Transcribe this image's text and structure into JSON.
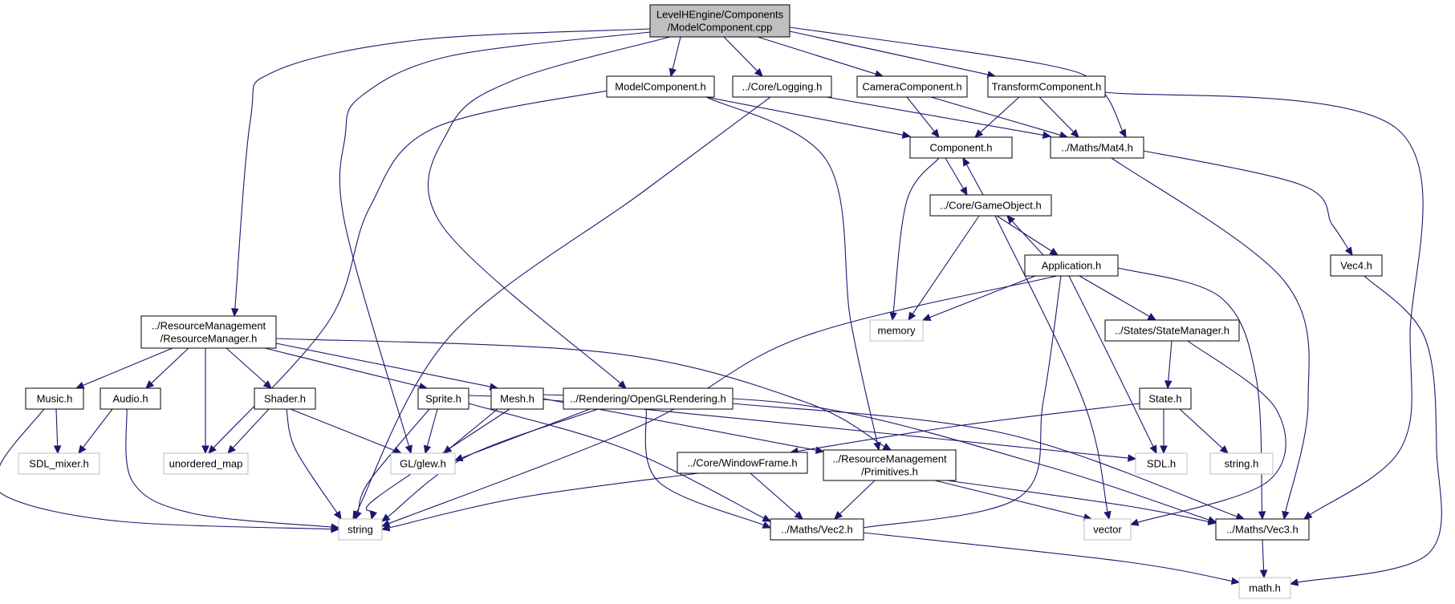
{
  "colors": {
    "edge": "#191970",
    "node_border": "#000000",
    "external_border": "#bfbfbf",
    "root_fill": "#bfbfbf",
    "node_fill": "#ffffff"
  },
  "nodes": [
    {
      "id": "root",
      "lines": [
        "LevelHEngine/Components",
        "/ModelComponent.cpp"
      ],
      "style": "root"
    },
    {
      "id": "modelcomp_h",
      "lines": [
        "ModelComponent.h"
      ],
      "style": "file"
    },
    {
      "id": "logging_h",
      "lines": [
        "../Core/Logging.h"
      ],
      "style": "file"
    },
    {
      "id": "cameracomp_h",
      "lines": [
        "CameraComponent.h"
      ],
      "style": "file"
    },
    {
      "id": "transformcomp_h",
      "lines": [
        "TransformComponent.h"
      ],
      "style": "file"
    },
    {
      "id": "component_h",
      "lines": [
        "Component.h"
      ],
      "style": "file"
    },
    {
      "id": "mat4_h",
      "lines": [
        "../Maths/Mat4.h"
      ],
      "style": "file"
    },
    {
      "id": "gameobject_h",
      "lines": [
        "../Core/GameObject.h"
      ],
      "style": "file"
    },
    {
      "id": "application_h",
      "lines": [
        "Application.h"
      ],
      "style": "file"
    },
    {
      "id": "vec4_h",
      "lines": [
        "Vec4.h"
      ],
      "style": "file"
    },
    {
      "id": "memory",
      "lines": [
        "memory"
      ],
      "style": "external"
    },
    {
      "id": "statemanager_h",
      "lines": [
        "../States/StateManager.h"
      ],
      "style": "file"
    },
    {
      "id": "resmgr_h",
      "lines": [
        "../ResourceManagement",
        "/ResourceManager.h"
      ],
      "style": "file"
    },
    {
      "id": "music_h",
      "lines": [
        "Music.h"
      ],
      "style": "file"
    },
    {
      "id": "audio_h",
      "lines": [
        "Audio.h"
      ],
      "style": "file"
    },
    {
      "id": "shader_h",
      "lines": [
        "Shader.h"
      ],
      "style": "file"
    },
    {
      "id": "sprite_h",
      "lines": [
        "Sprite.h"
      ],
      "style": "file"
    },
    {
      "id": "mesh_h",
      "lines": [
        "Mesh.h"
      ],
      "style": "file"
    },
    {
      "id": "openglrendering_h",
      "lines": [
        "../Rendering/OpenGLRendering.h"
      ],
      "style": "file"
    },
    {
      "id": "state_h",
      "lines": [
        "State.h"
      ],
      "style": "file"
    },
    {
      "id": "sdl_mixer_h",
      "lines": [
        "SDL_mixer.h"
      ],
      "style": "external"
    },
    {
      "id": "unordered_map",
      "lines": [
        "unordered_map"
      ],
      "style": "external"
    },
    {
      "id": "glew_h",
      "lines": [
        "GL/glew.h"
      ],
      "style": "external"
    },
    {
      "id": "windowframe_h",
      "lines": [
        "../Core/WindowFrame.h"
      ],
      "style": "file"
    },
    {
      "id": "primitives_h",
      "lines": [
        "../ResourceManagement",
        "/Primitives.h"
      ],
      "style": "file"
    },
    {
      "id": "sdl_h",
      "lines": [
        "SDL.h"
      ],
      "style": "external"
    },
    {
      "id": "string_h",
      "lines": [
        "string.h"
      ],
      "style": "external"
    },
    {
      "id": "string",
      "lines": [
        "string"
      ],
      "style": "external"
    },
    {
      "id": "vec2_h",
      "lines": [
        "../Maths/Vec2.h"
      ],
      "style": "file"
    },
    {
      "id": "vector",
      "lines": [
        "vector"
      ],
      "style": "external"
    },
    {
      "id": "vec3_h",
      "lines": [
        "../Maths/Vec3.h"
      ],
      "style": "file"
    },
    {
      "id": "math_h",
      "lines": [
        "math.h"
      ],
      "style": "external"
    }
  ],
  "edges": [
    {
      "from": "root",
      "to": "modelcomp_h"
    },
    {
      "from": "root",
      "to": "logging_h"
    },
    {
      "from": "root",
      "to": "cameracomp_h"
    },
    {
      "from": "root",
      "to": "transformcomp_h"
    },
    {
      "from": "root",
      "to": "mat4_h"
    },
    {
      "from": "root",
      "to": "resmgr_h"
    },
    {
      "from": "root",
      "to": "glew_h"
    },
    {
      "from": "root",
      "to": "openglrendering_h"
    },
    {
      "from": "modelcomp_h",
      "to": "component_h"
    },
    {
      "from": "modelcomp_h",
      "to": "unordered_map"
    },
    {
      "from": "modelcomp_h",
      "to": "primitives_h"
    },
    {
      "from": "logging_h",
      "to": "mat4_h"
    },
    {
      "from": "logging_h",
      "to": "string"
    },
    {
      "from": "cameracomp_h",
      "to": "component_h"
    },
    {
      "from": "cameracomp_h",
      "to": "mat4_h"
    },
    {
      "from": "transformcomp_h",
      "to": "component_h"
    },
    {
      "from": "transformcomp_h",
      "to": "mat4_h"
    },
    {
      "from": "transformcomp_h",
      "to": "vec3_h"
    },
    {
      "from": "component_h",
      "to": "gameobject_h"
    },
    {
      "from": "component_h",
      "to": "memory"
    },
    {
      "from": "gameobject_h",
      "to": "component_h"
    },
    {
      "from": "gameobject_h",
      "to": "application_h"
    },
    {
      "from": "gameobject_h",
      "to": "memory"
    },
    {
      "from": "gameobject_h",
      "to": "vector"
    },
    {
      "from": "application_h",
      "to": "gameobject_h"
    },
    {
      "from": "application_h",
      "to": "memory"
    },
    {
      "from": "application_h",
      "to": "statemanager_h"
    },
    {
      "from": "application_h",
      "to": "sdl_h"
    },
    {
      "from": "application_h",
      "to": "vec3_h"
    },
    {
      "from": "application_h",
      "to": "vec2_h"
    },
    {
      "from": "application_h",
      "to": "string"
    },
    {
      "from": "mat4_h",
      "to": "vec4_h"
    },
    {
      "from": "mat4_h",
      "to": "vec3_h"
    },
    {
      "from": "vec4_h",
      "to": "math_h"
    },
    {
      "from": "statemanager_h",
      "to": "state_h"
    },
    {
      "from": "statemanager_h",
      "to": "vector"
    },
    {
      "from": "state_h",
      "to": "sdl_h"
    },
    {
      "from": "state_h",
      "to": "string_h"
    },
    {
      "from": "state_h",
      "to": "windowframe_h"
    },
    {
      "from": "resmgr_h",
      "to": "music_h"
    },
    {
      "from": "resmgr_h",
      "to": "audio_h"
    },
    {
      "from": "resmgr_h",
      "to": "unordered_map"
    },
    {
      "from": "resmgr_h",
      "to": "shader_h"
    },
    {
      "from": "resmgr_h",
      "to": "sprite_h"
    },
    {
      "from": "resmgr_h",
      "to": "mesh_h"
    },
    {
      "from": "resmgr_h",
      "to": "primitives_h"
    },
    {
      "from": "music_h",
      "to": "sdl_mixer_h"
    },
    {
      "from": "music_h",
      "to": "string"
    },
    {
      "from": "audio_h",
      "to": "sdl_mixer_h"
    },
    {
      "from": "audio_h",
      "to": "string"
    },
    {
      "from": "shader_h",
      "to": "unordered_map"
    },
    {
      "from": "shader_h",
      "to": "glew_h"
    },
    {
      "from": "shader_h",
      "to": "string"
    },
    {
      "from": "sprite_h",
      "to": "glew_h"
    },
    {
      "from": "sprite_h",
      "to": "string"
    },
    {
      "from": "sprite_h",
      "to": "vec2_h"
    },
    {
      "from": "sprite_h",
      "to": "sdl_h"
    },
    {
      "from": "mesh_h",
      "to": "glew_h"
    },
    {
      "from": "mesh_h",
      "to": "string"
    },
    {
      "from": "mesh_h",
      "to": "primitives_h"
    },
    {
      "from": "mesh_h",
      "to": "vec3_h"
    },
    {
      "from": "openglrendering_h",
      "to": "glew_h"
    },
    {
      "from": "openglrendering_h",
      "to": "string"
    },
    {
      "from": "openglrendering_h",
      "to": "vec2_h"
    },
    {
      "from": "openglrendering_h",
      "to": "vec3_h"
    },
    {
      "from": "windowframe_h",
      "to": "string"
    },
    {
      "from": "windowframe_h",
      "to": "vec2_h"
    },
    {
      "from": "primitives_h",
      "to": "vec2_h"
    },
    {
      "from": "primitives_h",
      "to": "vec3_h"
    },
    {
      "from": "primitives_h",
      "to": "vector"
    },
    {
      "from": "vec2_h",
      "to": "math_h"
    },
    {
      "from": "vec3_h",
      "to": "math_h"
    }
  ]
}
